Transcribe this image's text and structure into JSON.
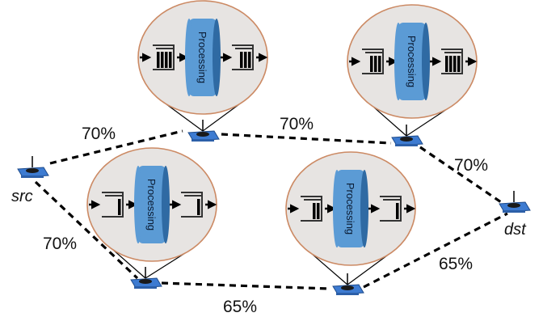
{
  "nodes": {
    "src": "src",
    "dst": "dst"
  },
  "links": {
    "src_to_top_left": "70%",
    "top_left_to_top_right": "70%",
    "top_right_to_dst": "70%",
    "src_to_bottom_left": "70%",
    "bottom_left_to_bottom_right": "65%",
    "bottom_right_to_dst": "65%"
  },
  "processors": {
    "top_left": {
      "label": "Processing",
      "queue_in": 4,
      "queue_out": 3
    },
    "top_right": {
      "label": "Processing",
      "queue_in": 3,
      "queue_out": 4
    },
    "bottom_left": {
      "label": "Processing",
      "queue_in": 1,
      "queue_out": 1
    },
    "bottom_right": {
      "label": "Processing",
      "queue_in": 2,
      "queue_out": 1
    }
  },
  "colors": {
    "bubble_fill": "#e7e4e2",
    "bubble_stroke": "#cc8a64",
    "processing_fill": "#5b9bd5",
    "processing_edge": "#2f6aa3",
    "router_body": "#3d7bd1",
    "queue_stroke": "#333333"
  }
}
